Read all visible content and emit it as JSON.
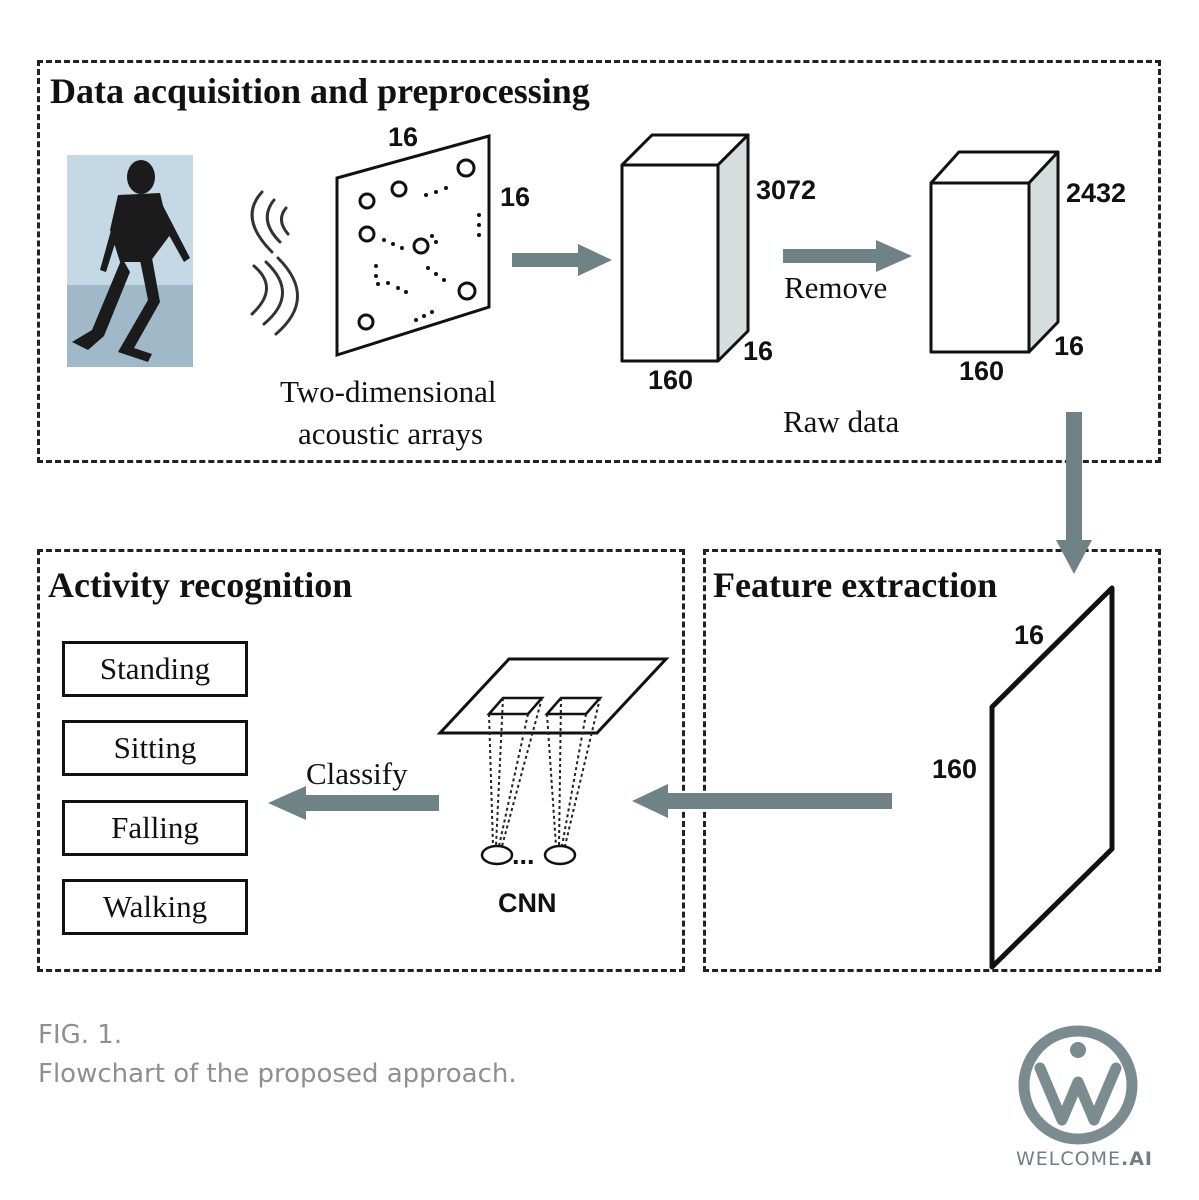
{
  "panels": {
    "acquisition": {
      "title": "Data acquisition and preprocessing"
    },
    "recognition": {
      "title": "Activity recognition"
    },
    "feature": {
      "title": "Feature extraction"
    }
  },
  "array": {
    "top_label": "16",
    "side_label": "16",
    "caption_line1": "Two-dimensional",
    "caption_line2": "acoustic arrays"
  },
  "cube1": {
    "height_label": "3072",
    "depth_label": "16",
    "width_label": "160"
  },
  "cube2": {
    "height_label": "2432",
    "depth_label": "16",
    "width_label": "160"
  },
  "remove_label": "Remove",
  "raw_data_label": "Raw data",
  "feature_map": {
    "top_label": "16",
    "side_label": "160"
  },
  "cnn_label": "CNN",
  "cnn_dots": "...",
  "classify_label": "Classify",
  "classes": [
    "Standing",
    "Sitting",
    "Falling",
    "Walking"
  ],
  "caption": {
    "fig": "FIG. 1.",
    "text": "Flowchart of the proposed approach."
  },
  "brand": {
    "name": "WELCOME",
    "suffix": ".AI"
  },
  "colors": {
    "arrow": "#6f8386",
    "logo": "#7a8c90",
    "caption": "#8f8f8f",
    "photo_bg": "#a9c6dc"
  }
}
